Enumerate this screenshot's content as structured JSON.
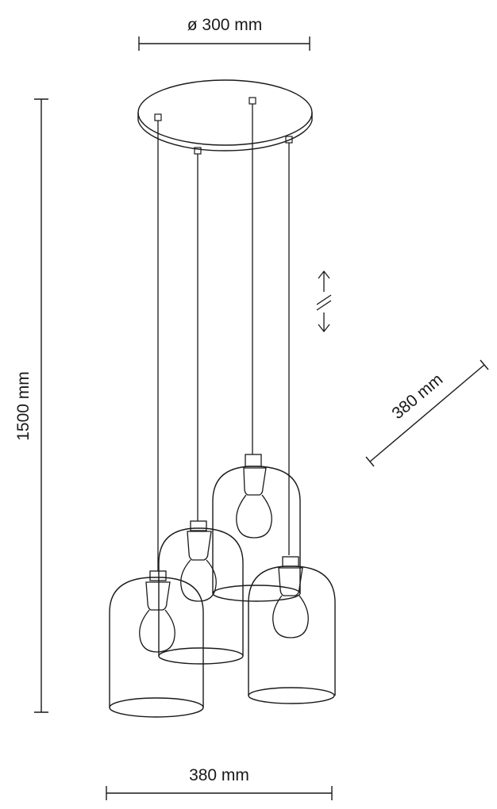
{
  "dimensions": {
    "canopy_diameter": "ø 300 mm",
    "overall_height": "1500 mm",
    "depth": "380 mm",
    "width": "380 mm"
  },
  "colors": {
    "line": "#1a1a1a",
    "background": "#ffffff"
  },
  "icons": {
    "adjustable_cable": "double-arrow-break-icon"
  }
}
